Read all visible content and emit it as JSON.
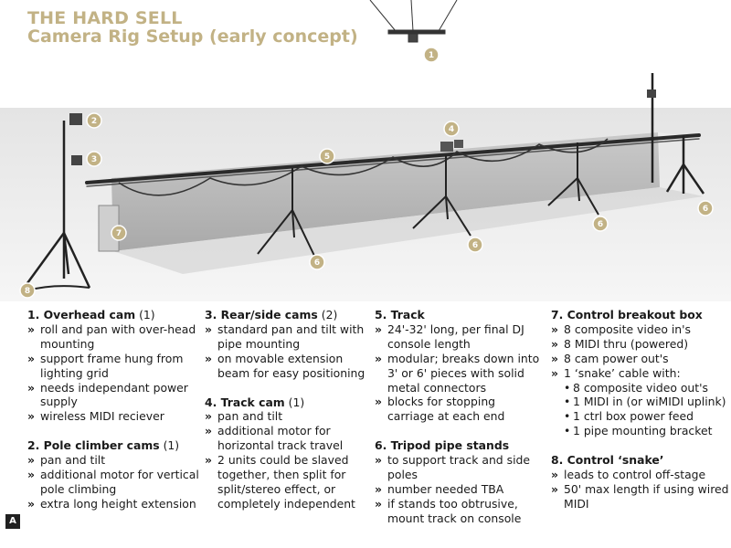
{
  "title": {
    "line1": "THE HARD SELL",
    "line2": "Camera Rig Setup (early concept)"
  },
  "panel_label": "A",
  "callouts": [
    {
      "id": "overhead",
      "label": "1"
    },
    {
      "id": "pole-top",
      "label": "2"
    },
    {
      "id": "pole-mid",
      "label": "3"
    },
    {
      "id": "track-cam",
      "label": "4"
    },
    {
      "id": "track",
      "label": "5"
    },
    {
      "id": "stand-front-left",
      "label": "6"
    },
    {
      "id": "stand-front-mid",
      "label": "6"
    },
    {
      "id": "stand-front-right",
      "label": "6"
    },
    {
      "id": "stand-back-right",
      "label": "6"
    },
    {
      "id": "breakout-box",
      "label": "7"
    },
    {
      "id": "snake",
      "label": "8"
    }
  ],
  "columns": [
    {
      "sections": [
        {
          "head": "1. Overhead cam",
          "count": "(1)",
          "bullets": [
            "roll and pan with over-head mounting",
            "support frame hung from lighting grid",
            "needs independant power supply",
            "wireless MIDI reciever"
          ]
        },
        {
          "head": "2. Pole climber cams",
          "count": "(1)",
          "bullets": [
            "pan and tilt",
            "additional motor for vertical pole climbing",
            "extra long height extension"
          ]
        }
      ]
    },
    {
      "sections": [
        {
          "head": "3. Rear/side cams",
          "count": "(2)",
          "bullets": [
            "standard pan and tilt with pipe mounting",
            "on movable extension beam for easy positioning"
          ]
        },
        {
          "head": "4. Track cam",
          "count": "(1)",
          "bullets": [
            "pan and tilt",
            "additional motor for horizontal track travel",
            "2 units could be slaved together, then split for split/stereo effect, or completely independent"
          ]
        }
      ]
    },
    {
      "sections": [
        {
          "head": "5. Track",
          "count": "",
          "bullets": [
            "24'-32' long, per final DJ console length",
            "modular; breaks down into 3' or 6' pieces with solid metal connectors",
            "blocks for stopping carriage at each end"
          ]
        },
        {
          "head": "6. Tripod pipe stands",
          "count": "",
          "bullets": [
            "to support track and side poles",
            "number needed TBA",
            "if stands too obtrusive, mount track on console"
          ]
        }
      ]
    },
    {
      "sections": [
        {
          "head": "7. Control breakout box",
          "count": "",
          "bullets": [
            "8 composite video in's",
            "8 MIDI thru (powered)",
            "8 cam power out's",
            "1 ‘snake’ cable with:"
          ],
          "subbullets": [
            "8 composite video out's",
            "1 MIDI in (or wiMIDI uplink)",
            "1 ctrl box power feed",
            "1 pipe mounting bracket"
          ]
        },
        {
          "head": "8. Control ‘snake’",
          "count": "",
          "bullets": [
            "leads to control off-stage",
            "50' max length if using wired MIDI"
          ]
        }
      ]
    }
  ],
  "colors": {
    "title": "#c2b285",
    "badge": "#c2b285",
    "frame": "#d6c9a6"
  }
}
